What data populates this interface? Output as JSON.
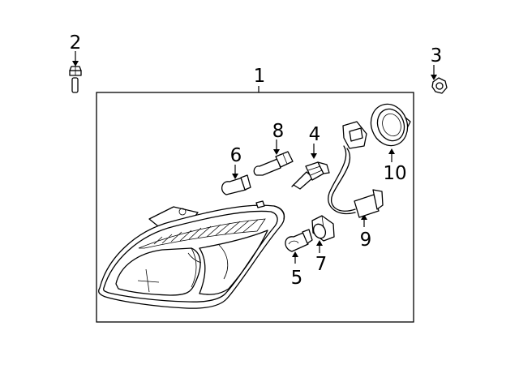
{
  "callouts": {
    "assembly": "1",
    "bolt": "2",
    "nut": "3",
    "headlamp_bulb": "4",
    "signal_bulb": "5",
    "side_bulb": "6",
    "socket": "7",
    "marker_bulb": "8",
    "harness": "9",
    "cap": "10"
  }
}
